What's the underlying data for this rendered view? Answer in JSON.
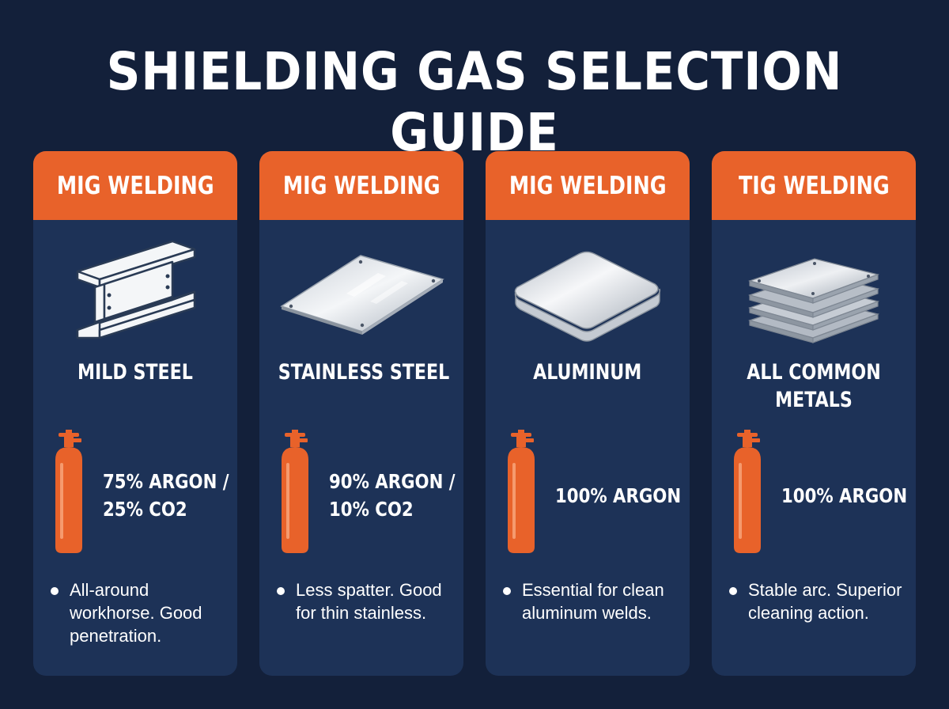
{
  "title": "SHIELDING GAS SELECTION GUIDE",
  "cards": [
    {
      "process": "MIG WELDING",
      "metal_line1": "MILD STEEL",
      "metal_line2": "",
      "metal_icon": "i-beam-icon",
      "gas_line1": "75% ARGON /",
      "gas_line2": "25% CO2",
      "note": "All-around workhorse. Good penetration."
    },
    {
      "process": "MIG WELDING",
      "metal_line1": "STAINLESS STEEL",
      "metal_line2": "",
      "metal_icon": "steel-sheet-icon",
      "gas_line1": "90% ARGON /",
      "gas_line2": "10% CO2",
      "note": "Less spatter. Good for thin stainless."
    },
    {
      "process": "MIG WELDING",
      "metal_line1": "ALUMINUM",
      "metal_line2": "",
      "metal_icon": "aluminum-plate-icon",
      "gas_line1": "100% ARGON",
      "gas_line2": "",
      "note": "Essential for clean aluminum welds."
    },
    {
      "process": "TIG WELDING",
      "metal_line1": "ALL COMMON",
      "metal_line2": "METALS",
      "metal_icon": "stacked-plates-icon",
      "gas_line1": "100% ARGON",
      "gas_line2": "",
      "note": "Stable arc. Superior cleaning action."
    }
  ],
  "colors": {
    "background": "#13203a",
    "card": "#1d3257",
    "accent": "#e8622a",
    "text": "#ffffff"
  }
}
